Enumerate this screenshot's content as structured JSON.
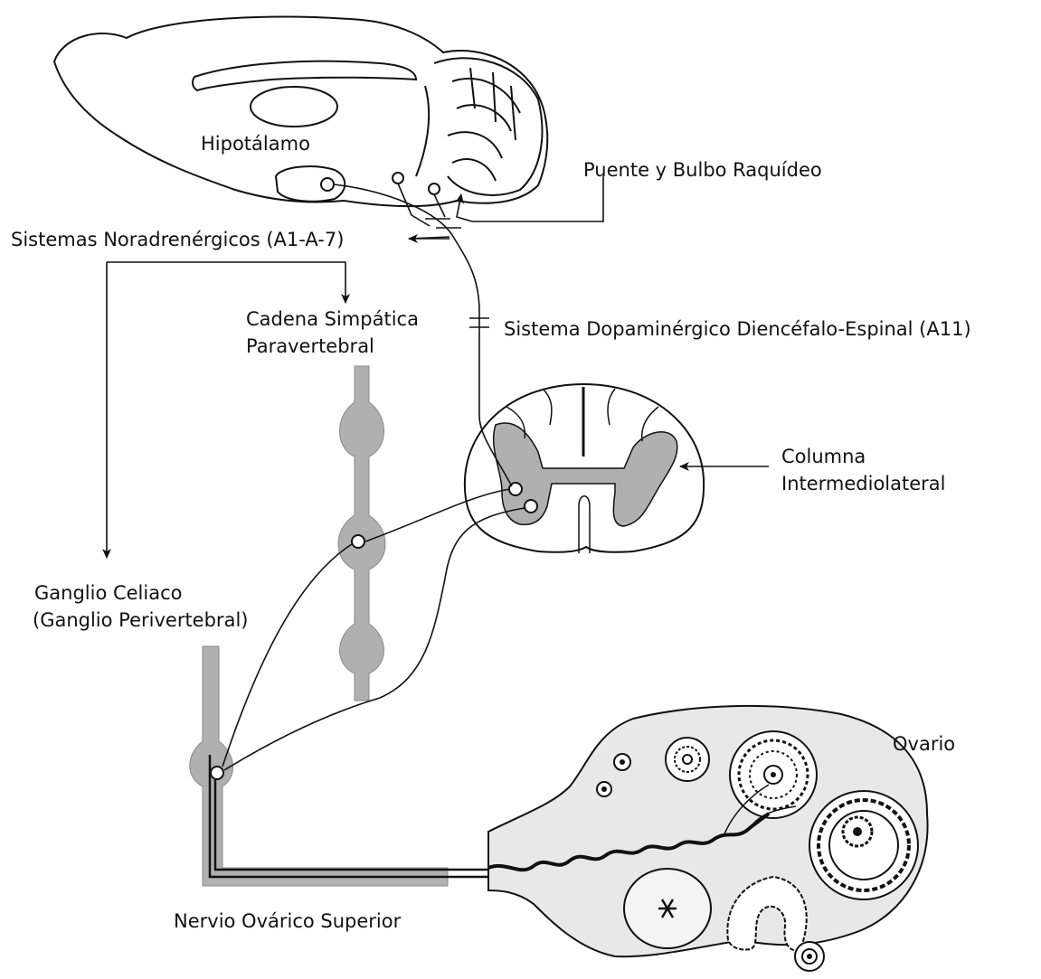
{
  "labels": {
    "hipotalamo": "Hipotálamo",
    "puente": "Puente y Bulbo Raquídeo",
    "noradrenergicos": "Sistemas Noradrenérgicos (A1-A-7)",
    "cadena_line1": "Cadena Simpática",
    "cadena_line2": "Paravertebral",
    "dopaminergico": "Sistema Dopaminérgico Diencéfalo-Espinal (A11)",
    "columna_line1": "Columna",
    "columna_line2": "Intermediolateral",
    "ganglio_line1": "Ganglio Celiaco",
    "ganglio_line2": "(Ganglio Perivertebral)",
    "ovario": "Ovario",
    "nervio": "Nervio Ovárico Superior"
  },
  "colors": {
    "ink": "#111111",
    "gray_tissue": "#b0b0b0",
    "ovary_fill": "#e8e8e8"
  }
}
